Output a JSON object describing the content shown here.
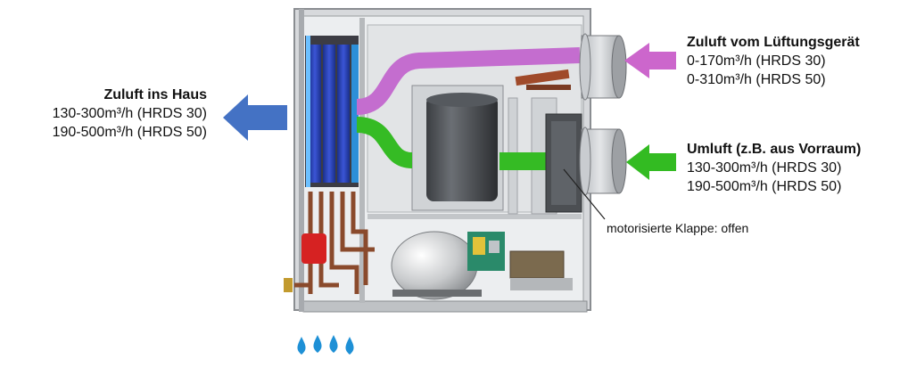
{
  "labels": {
    "left": {
      "title": "Zuluft ins Haus",
      "line1": "130-300m³/h (HRDS 30)",
      "line2": "190-500m³/h (HRDS 50)"
    },
    "top_right": {
      "title": "Zuluft vom Lüftungsgerät",
      "line1": "0-170m³/h (HRDS 30)",
      "line2": "0-310m³/h (HRDS 50)"
    },
    "mid_right": {
      "title": "Umluft (z.B. aus Vorraum)",
      "line1": "130-300m³/h (HRDS 30)",
      "line2": "190-500m³/h (HRDS 50)"
    },
    "damper": "motorisierte Klappe: offen"
  },
  "colors": {
    "supply_arrow": "#4472c4",
    "fresh_air_arrow": "#cc66cc",
    "recirc_arrow": "#33bb22",
    "water_drops": "#1e90d6"
  }
}
